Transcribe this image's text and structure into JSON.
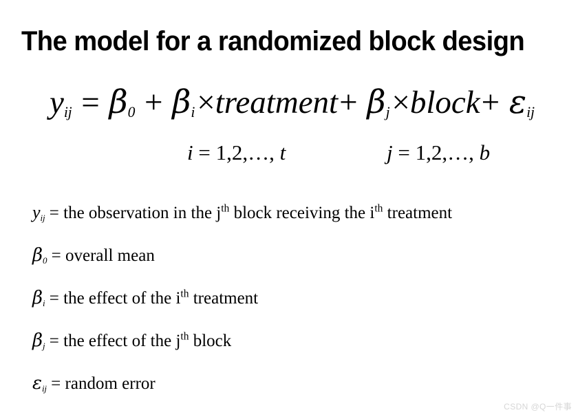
{
  "slide": {
    "title": "The model for a randomized block design",
    "background_color": "#ffffff",
    "text_color": "#000000"
  },
  "equation": {
    "full_text": "y_ij = β_0 + β_i × treatment + β_j × block + ε_ij",
    "lhs_var": "y",
    "lhs_sub": "ij",
    "equals": "=",
    "beta0_sym": "β",
    "beta0_sub": "0",
    "plus1": "+",
    "beta_i_sym": "β",
    "beta_i_sub": "i",
    "times1": "×",
    "term1": "treatment",
    "plus2": "+",
    "beta_j_sym": "β",
    "beta_j_sub": "j",
    "times2": "×",
    "term2": "block",
    "plus3": "+",
    "eps_sym": "ε",
    "eps_sub": "ij"
  },
  "ranges": {
    "i": {
      "var": "i",
      "equals": "=",
      "values": "1,2,…,",
      "limit": "t",
      "full_text": "i = 1,2,…, t"
    },
    "j": {
      "var": "j",
      "equals": "=",
      "values": "1,2,…,",
      "limit": "b",
      "full_text": "j = 1,2,…, b"
    }
  },
  "definitions": [
    {
      "symbol": "y",
      "subscript": "ij",
      "equals": "=",
      "text_before": "the observation in the j",
      "ordinal1": "th",
      "text_middle": " block receiving the i",
      "ordinal2": "th",
      "text_after": " treatment",
      "full_text": "y_ij = the observation in the jth block receiving the ith treatment"
    },
    {
      "symbol": "β",
      "subscript": "0",
      "equals": "=",
      "text_before": "overall mean",
      "full_text": "β_0 = overall mean"
    },
    {
      "symbol": "β",
      "subscript": "i",
      "equals": "=",
      "text_before": "the effect of the i",
      "ordinal1": "th",
      "text_after": " treatment",
      "full_text": "β_i = the effect of the ith treatment"
    },
    {
      "symbol": "β",
      "subscript": "j",
      "equals": "=",
      "text_before": "the effect of the j",
      "ordinal1": "th",
      "text_after": " block",
      "full_text": "β_j = the effect of the jth block"
    },
    {
      "symbol": "ε",
      "subscript": "ij",
      "equals": "=",
      "text_before": "random error",
      "full_text": "ε_ij = random error"
    }
  ],
  "watermark": {
    "text": "CSDN @Q一件事",
    "color": "#d6d6d6"
  }
}
